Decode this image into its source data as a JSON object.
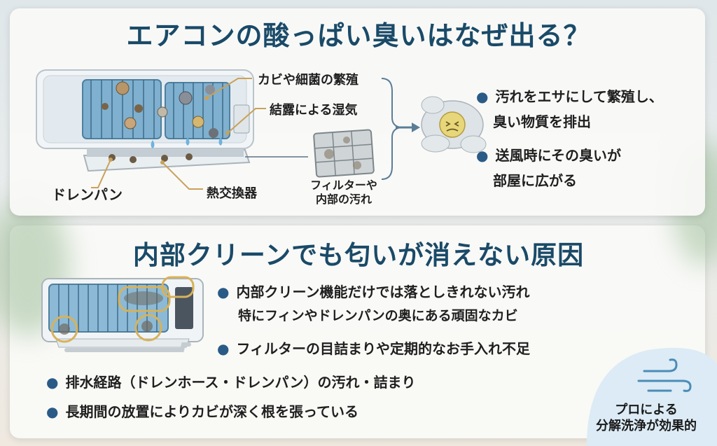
{
  "section1": {
    "title": "エアコンの酸っぱい臭いはなぜ出る？",
    "labels": {
      "mold": "カビや細菌の繁殖",
      "condensation": "結露による湿気",
      "drain_pan": "ドレンパン",
      "heat_exchanger": "熱交換器",
      "filter_line1": "フィルターや",
      "filter_line2": "内部の汚れ"
    },
    "bullets": [
      {
        "line1": "汚れをエサにして繁殖し、",
        "line2": "臭い物質を排出"
      },
      {
        "line1": "送風時にその臭いが",
        "line2": "部屋に広がる"
      }
    ]
  },
  "section2": {
    "title": "内部クリーンでも匂いが消えない原因",
    "bullets": [
      {
        "line1": "内部クリーン機能だけでは落としきれない汚れ",
        "line2": "特にフィンやドレンパンの奥にある頑固なカビ"
      },
      {
        "line1": "フィルターの目詰まりや定期的なお手入れ不足"
      },
      {
        "line1": "排水経路（ドレンホース・ドレンパン）の汚れ・詰まり"
      },
      {
        "line1": "長期間の放置によりカビが深く根を張っている"
      }
    ],
    "badge": {
      "line1": "プロによる",
      "line2": "分解洗浄が効果的"
    }
  },
  "icons": [
    "air-conditioner-illustration",
    "mold-icon",
    "water-drop-icon",
    "filter-icon",
    "smell-cloud-icon",
    "wind-icon"
  ],
  "colors": {
    "title": "#1a4a68",
    "bullet": "#2a5b87",
    "highlight": "#d8b25a"
  }
}
